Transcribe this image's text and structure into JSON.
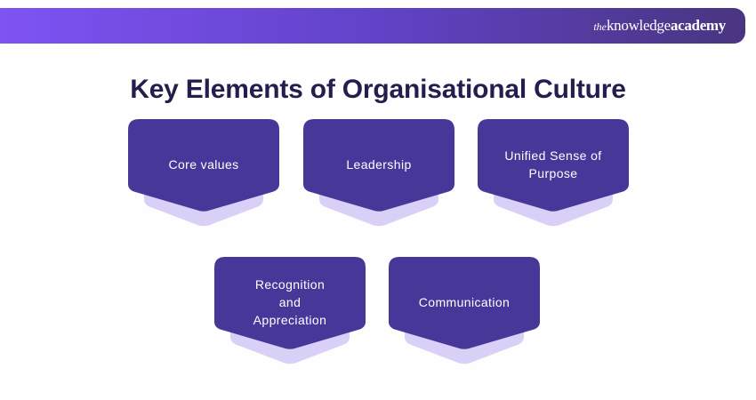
{
  "header": {
    "logo": {
      "the": "the",
      "knowledge": "knowledge",
      "academy": "academy"
    },
    "bar_gradient_left": "#7e53f3",
    "bar_gradient_right": "#49357f"
  },
  "title": "Key Elements of Organisational Culture",
  "title_color": "#241e4e",
  "cards": [
    {
      "label": "Core values"
    },
    {
      "label": "Leadership"
    },
    {
      "label": "Unified Sense of\nPurpose"
    },
    {
      "label": "Recognition\nand\nAppreciation"
    },
    {
      "label": "Communication"
    }
  ],
  "colors": {
    "card_fill": "#473799",
    "card_echo": "#d9d0f8",
    "card_text": "#ffffff"
  }
}
